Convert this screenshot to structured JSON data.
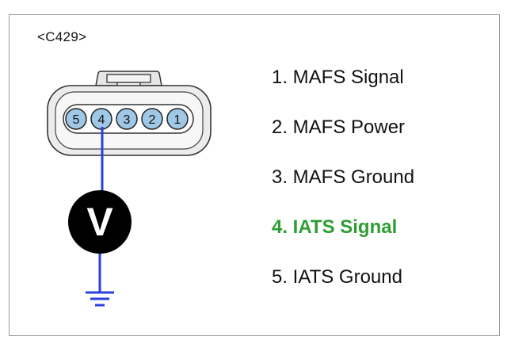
{
  "connector": {
    "id": "<C429>",
    "pins": [
      {
        "number": "5",
        "highlighted": false
      },
      {
        "number": "4",
        "highlighted": true
      },
      {
        "number": "3",
        "highlighted": false
      },
      {
        "number": "2",
        "highlighted": false
      },
      {
        "number": "1",
        "highlighted": false
      }
    ]
  },
  "meter": {
    "label": "V"
  },
  "pin_list": [
    {
      "text": "1. MAFS Signal"
    },
    {
      "text": "2. MAFS Power"
    },
    {
      "text": "3. MAFS Ground"
    },
    {
      "text": "4. IATS Signal",
      "highlighted": true
    },
    {
      "text": "5. IATS Ground"
    }
  ],
  "colors": {
    "highlight_text": "#2e9e34",
    "wire": "#2a3fe0",
    "pin_fill": "#9ec8e6",
    "meter_fill": "#000000",
    "meter_text": "#ffffff",
    "connector_body": "#e9e9e9"
  },
  "icons": {
    "meter": "voltmeter-icon",
    "ground": "ground-symbol-icon"
  }
}
